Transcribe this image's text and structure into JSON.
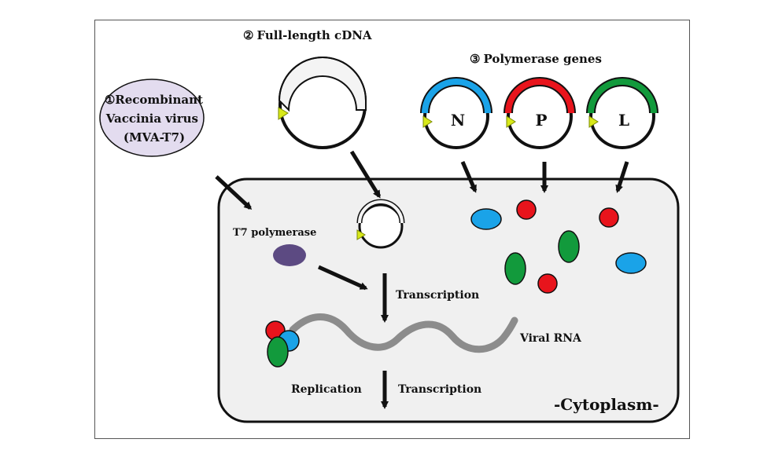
{
  "steps": {
    "s1": {
      "num": "①",
      "line1": "Recombinant",
      "line2": "Vaccinia virus",
      "line3": "(MVA-T7)"
    },
    "s2": {
      "num": "②",
      "label": "Full-length cDNA"
    },
    "s3": {
      "num": "③",
      "label": "Polymerase genes"
    }
  },
  "genes": [
    {
      "letter": "N",
      "color": "#1aa3e8"
    },
    {
      "letter": "P",
      "color": "#e8141c"
    },
    {
      "letter": "L",
      "color": "#129a3c"
    }
  ],
  "labels": {
    "t7_polymerase": "T7 polymerase",
    "transcription_1": "Transcription",
    "viral_rna": "Viral RNA",
    "replication": "Replication",
    "transcription_2": "Transcription",
    "cytoplasm": "-Cytoplasm-"
  },
  "colors": {
    "virus_fill": "#e3dcef",
    "t7_polymerase": "#5c4a82",
    "cell_fill": "#f0f0f0",
    "rna": "#8c8c8c",
    "promoter": "#d8e81a",
    "plasmid_insert": "#f4f4f4"
  }
}
